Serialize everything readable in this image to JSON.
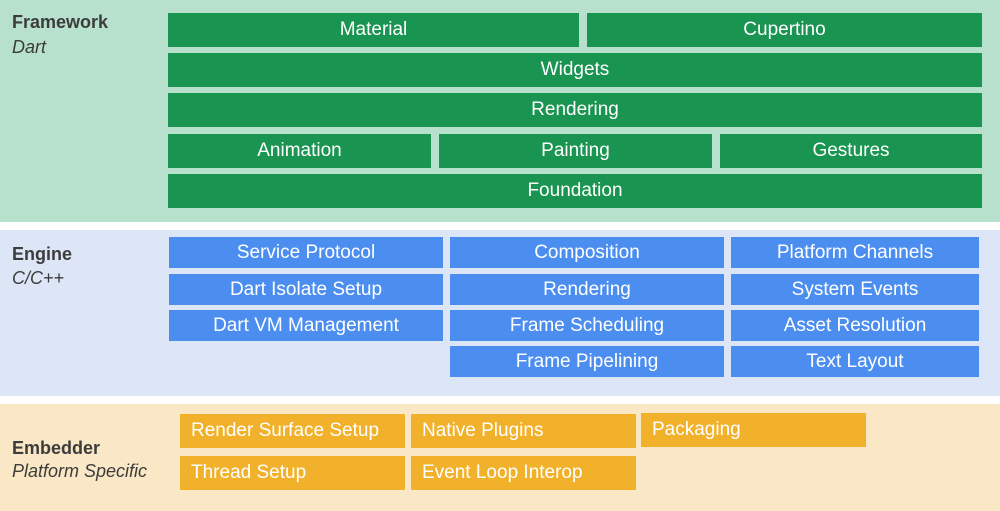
{
  "framework": {
    "title": "Framework",
    "subtitle": "Dart",
    "color": "#1a9451",
    "background": "#b7e1cc",
    "boxes": [
      "Material",
      "Cupertino",
      "Widgets",
      "Rendering",
      "Animation",
      "Painting",
      "Gestures",
      "Foundation"
    ]
  },
  "engine": {
    "title": "Engine",
    "subtitle": "C/C++",
    "color": "#4c8ef0",
    "background": "#dde6f7",
    "boxes": [
      "Service Protocol",
      "Dart Isolate Setup",
      "Dart VM Management",
      "Composition",
      "Rendering",
      "Frame Scheduling",
      "Frame Pipelining",
      "Platform Channels",
      "System Events",
      "Asset Resolution",
      "Text Layout"
    ]
  },
  "embedder": {
    "title": "Embedder",
    "subtitle": "Platform Specific",
    "color": "#f2b12b",
    "background": "#f9e7c5",
    "boxes": [
      "Render Surface Setup",
      "Native Plugins",
      "Packaging",
      "Thread Setup",
      "Event Loop Interop"
    ]
  }
}
